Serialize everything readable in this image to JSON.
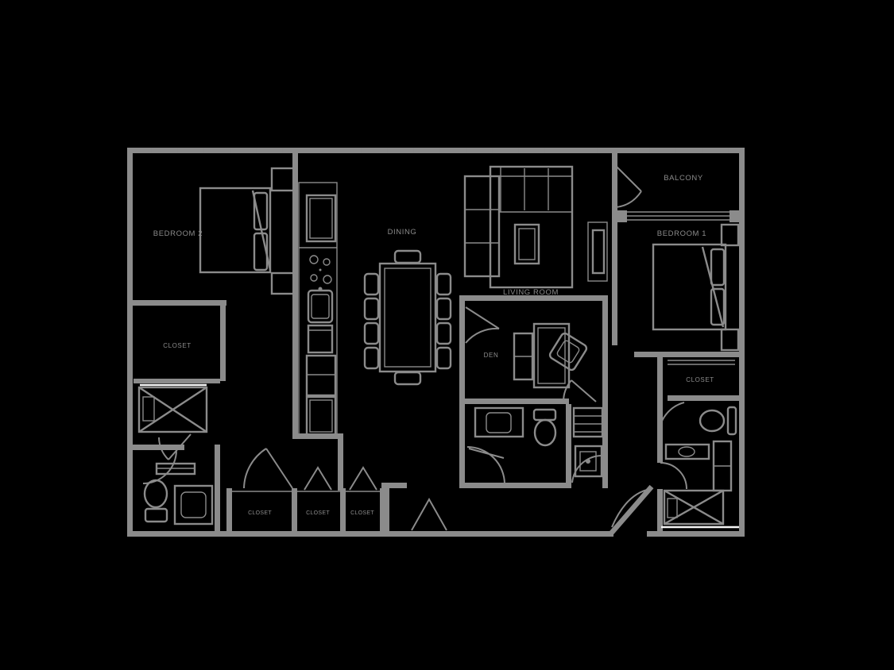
{
  "colors": {
    "background": "#000000",
    "line": "#8b8b8b",
    "glass": "#f5f5f5"
  },
  "rooms": {
    "bedroom2": {
      "label": "BEDROOM 2"
    },
    "dining": {
      "label": "DINING"
    },
    "living": {
      "label": "LIVING ROOM"
    },
    "balcony": {
      "label": "BALCONY"
    },
    "bedroom1": {
      "label": "BEDROOM 1"
    },
    "den": {
      "label": "DEN"
    },
    "closet_left": {
      "label": "CLOSET"
    },
    "closet_right": {
      "label": "CLOSET"
    },
    "foyer_closet_1": {
      "label": "CLOSET"
    },
    "foyer_closet_2": {
      "label": "CLOSET"
    },
    "foyer_closet_3": {
      "label": "CLOSET"
    }
  }
}
